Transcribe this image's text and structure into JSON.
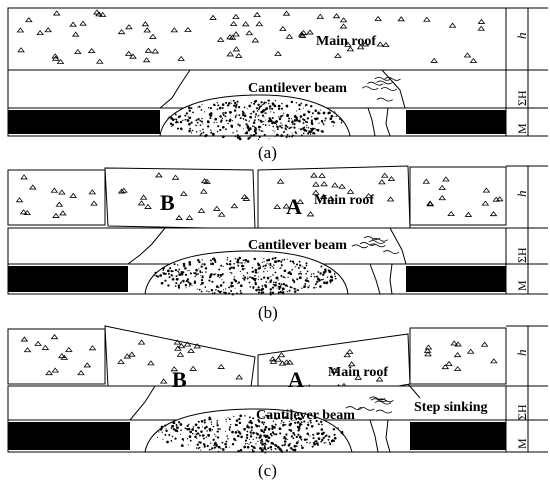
{
  "panels": [
    {
      "id": "a",
      "caption": "(a)",
      "labels": {
        "main_roof": "Main roof",
        "cantilever_beam": "Cantilever beam"
      },
      "dimensions": [
        "h",
        "ΣH",
        "M"
      ]
    },
    {
      "id": "b",
      "caption": "(b)",
      "labels": {
        "main_roof": "Main roof",
        "cantilever_beam": "Cantilever beam",
        "block_b": "B",
        "block_a": "A"
      },
      "dimensions": [
        "h",
        "ΣH",
        "M"
      ]
    },
    {
      "id": "c",
      "caption": "(c)",
      "labels": {
        "main_roof": "Main roof",
        "cantilever_beam": "Cantilever beam",
        "block_b": "B",
        "block_a": "A",
        "step_sinking": "Step sinking"
      },
      "dimensions": [
        "h",
        "ΣH",
        "M"
      ]
    }
  ]
}
